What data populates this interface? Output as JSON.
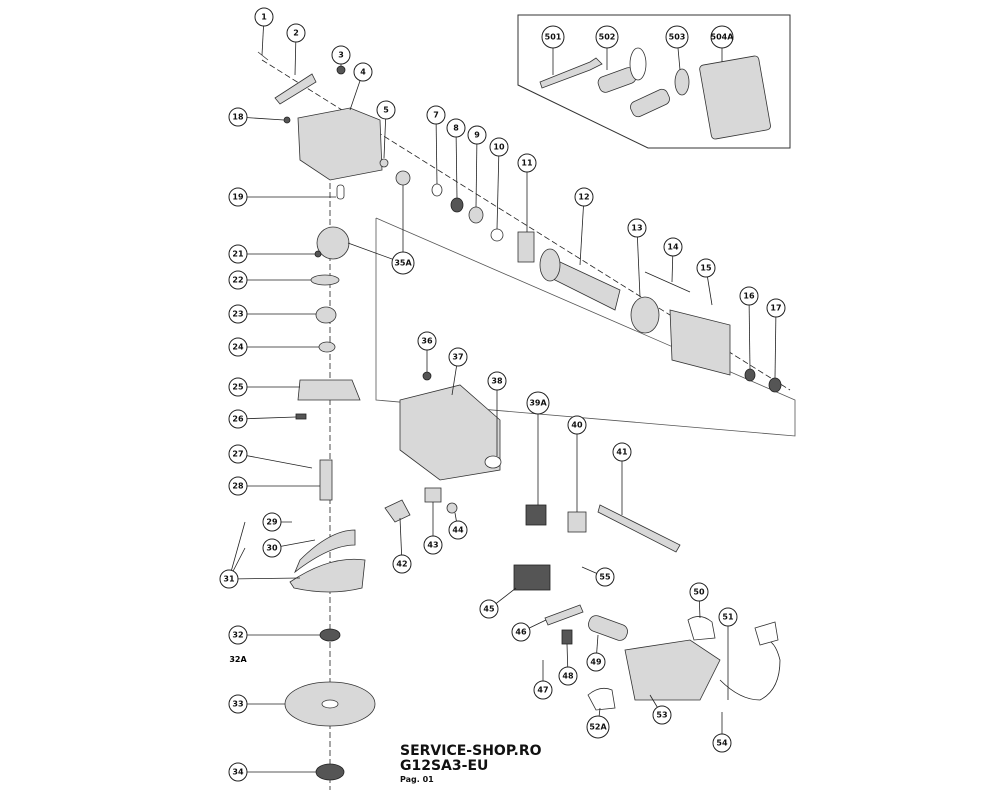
{
  "footer": {
    "shop": "SERVICE-SHOP.RO",
    "model": "G12SA3-EU",
    "page": "Pag. 01"
  },
  "callouts": [
    "1",
    "2",
    "3",
    "4",
    "5",
    "18",
    "7",
    "8",
    "9",
    "10",
    "11",
    "12",
    "13",
    "14",
    "15",
    "16",
    "17",
    "19",
    "35A",
    "21",
    "22",
    "23",
    "24",
    "25",
    "26",
    "27",
    "28",
    "29",
    "30",
    "31",
    "32",
    "33",
    "34",
    "36",
    "37",
    "38",
    "39A",
    "40",
    "41",
    "42",
    "43",
    "44",
    "45",
    "46",
    "47",
    "48",
    "49",
    "50",
    "51",
    "52A",
    "53",
    "54",
    "55",
    "501",
    "502",
    "503",
    "504A"
  ],
  "extra_labels": {
    "part_32a": "32A"
  }
}
